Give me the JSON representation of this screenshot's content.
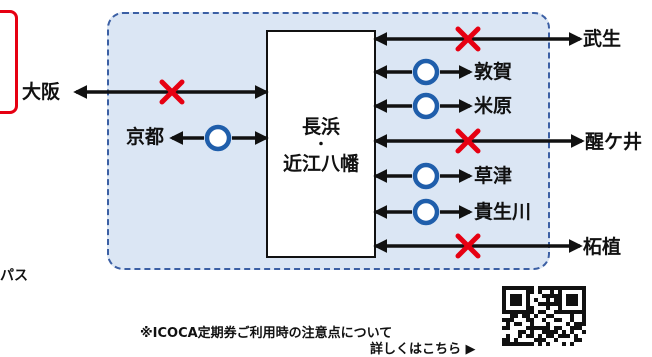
{
  "hub": {
    "line1": "長浜",
    "dot": "・",
    "line2": "近江八幡"
  },
  "stations": {
    "osaka": "大阪",
    "kyoto": "京都",
    "takefu": "武生",
    "tsuruga": "敦賀",
    "maibara": "米原",
    "samegai": "醒ケ井",
    "kusatsu": "草津",
    "kibukawa": "貴生川",
    "tsuge": "柘植"
  },
  "route_status": [
    {
      "station": "大阪",
      "symbol": "✕"
    },
    {
      "station": "京都",
      "symbol": "○"
    },
    {
      "station": "武生",
      "symbol": "✕"
    },
    {
      "station": "敦賀",
      "symbol": "○"
    },
    {
      "station": "米原",
      "symbol": "○"
    },
    {
      "station": "醒ケ井",
      "symbol": "✕"
    },
    {
      "station": "草津",
      "symbol": "○"
    },
    {
      "station": "貴生川",
      "symbol": "○"
    },
    {
      "station": "柘植",
      "symbol": "✕"
    }
  ],
  "left_cut_text": "パス",
  "footer": {
    "note": "※ICOCA定期券ご利用時の注意点について",
    "link": "詳しくはこちら ▶"
  },
  "colors": {
    "region_bg": "#dbe6f4",
    "region_border": "#3b5fa4",
    "ok_circle": "#1f5eab",
    "ng_cross": "#e60012",
    "line": "#111111"
  },
  "icons": {
    "ok": "circle-ok-icon",
    "ng": "cross-ng-icon",
    "qr": "qr-code-icon"
  }
}
